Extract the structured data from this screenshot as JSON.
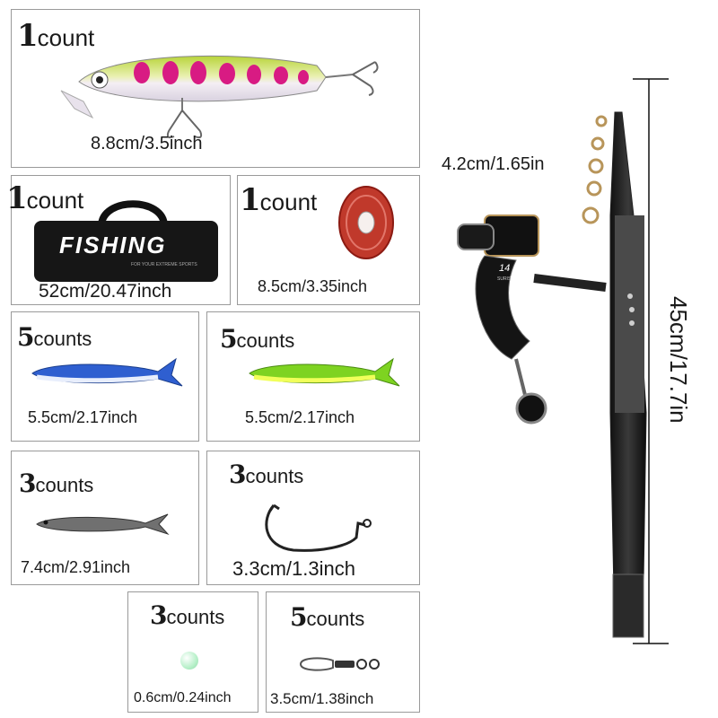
{
  "items": [
    {
      "id": "minnow-lure",
      "count": "1",
      "unit": "count",
      "size": "8.8cm/3.5inch",
      "color": "#d81b83"
    },
    {
      "id": "fishing-bag",
      "count": "1",
      "unit": "count",
      "size": "52cm/20.47inch",
      "bag_text": "FISHING",
      "bag_subtext": "FOR YOUR EXTREME SPORTS"
    },
    {
      "id": "fishing-line",
      "count": "1",
      "unit": "count",
      "size": "8.5cm/3.35inch",
      "color": "#c0392b"
    },
    {
      "id": "blue-soft-bait",
      "count": "5",
      "unit": "counts",
      "size": "5.5cm/2.17inch",
      "color": "#2f5fd0"
    },
    {
      "id": "green-soft-bait",
      "count": "5",
      "unit": "counts",
      "size": "5.5cm/2.17inch",
      "color": "#7ed321"
    },
    {
      "id": "silver-soft-bait",
      "count": "3",
      "unit": "counts",
      "size": "7.4cm/2.91inch",
      "color": "#707070"
    },
    {
      "id": "hooks",
      "count": "3",
      "unit": "counts",
      "size": "3.3cm/1.3inch"
    },
    {
      "id": "beads",
      "count": "3",
      "unit": "counts",
      "size": "0.6cm/0.24inch",
      "color": "#b7f0c9"
    },
    {
      "id": "swivels",
      "count": "5",
      "unit": "counts",
      "size": "3.5cm/1.38inch"
    }
  ],
  "reel": {
    "size": "4.2cm/1.65in",
    "model": "14",
    "model_sub": "SURIS"
  },
  "rod": {
    "length": "45cm/17.7in"
  }
}
